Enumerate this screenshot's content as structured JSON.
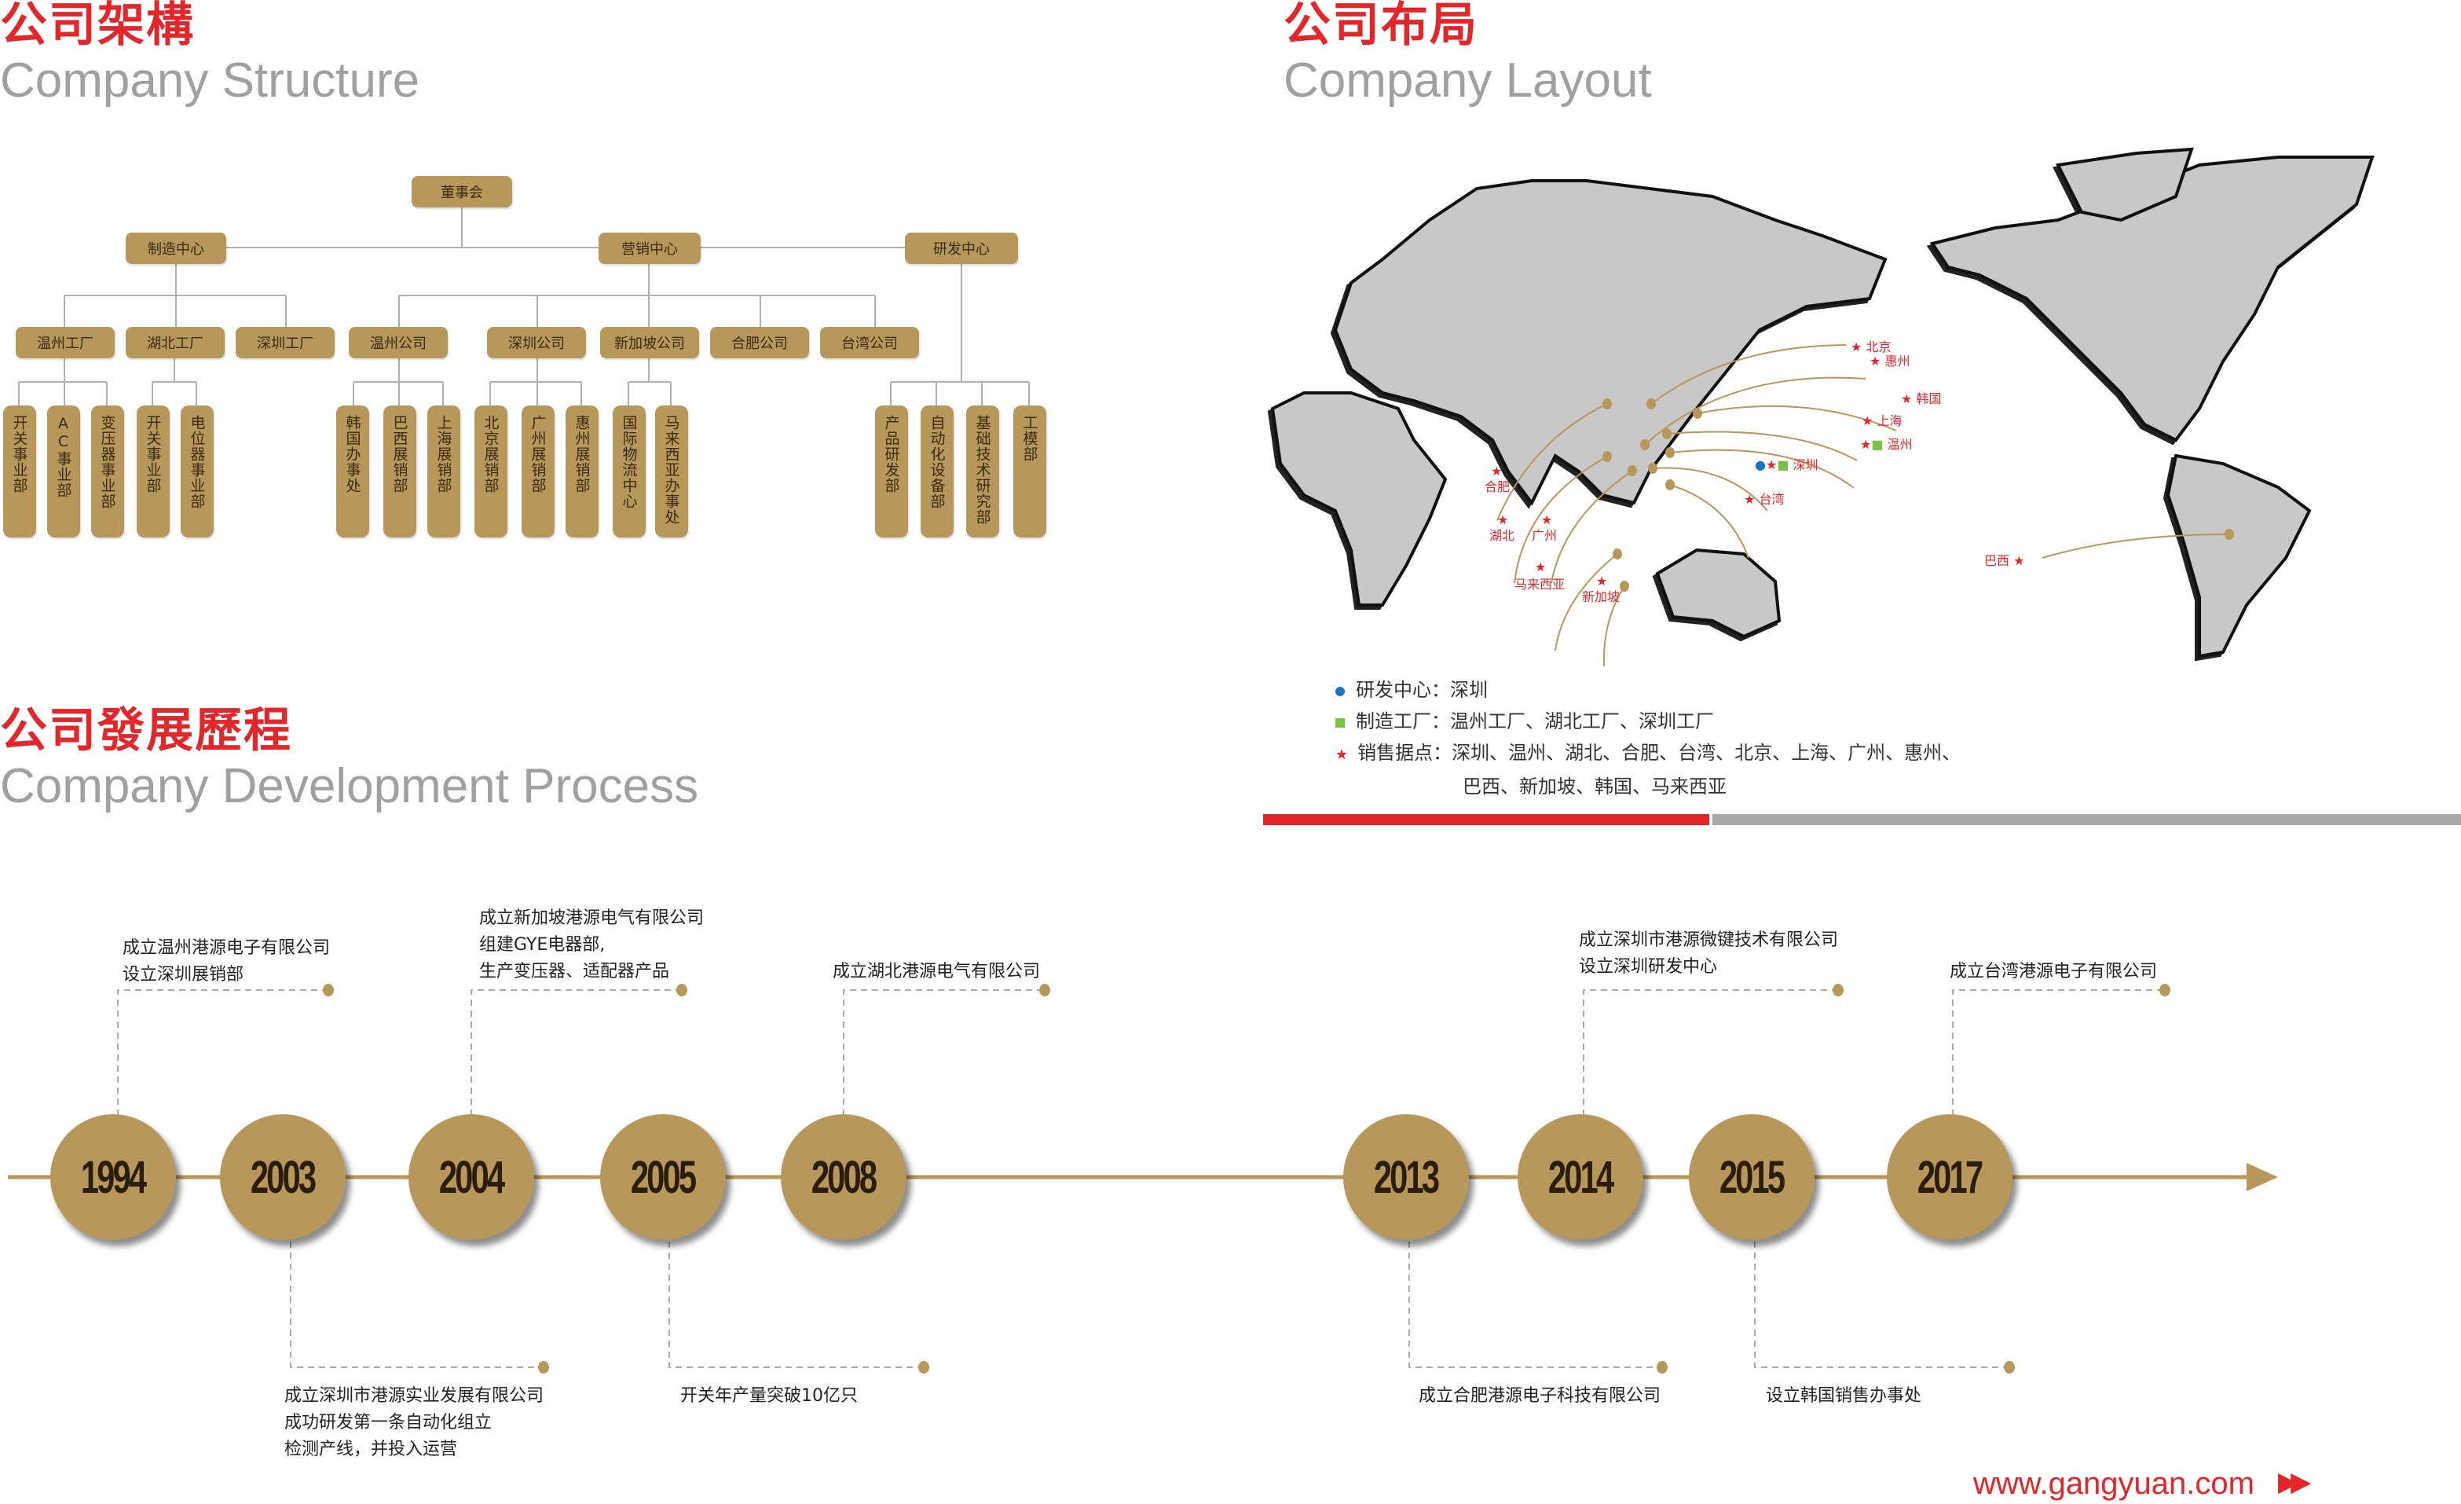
{
  "structure": {
    "title_cn": "公司架構",
    "title_en": "Company Structure",
    "top": "董事会",
    "row2": [
      "制造中心",
      "营销中心",
      "研发中心"
    ],
    "row3": [
      "温州工厂",
      "湖北工厂",
      "深圳工厂",
      "温州公司",
      "深圳公司",
      "新加坡公司",
      "合肥公司",
      "台湾公司"
    ],
    "row4": [
      "开关事业部",
      "AC事业部",
      "变压器事业部",
      "开关事业部",
      "电位器事业部",
      "韩国办事处",
      "巴西展销部",
      "上海展销部",
      "北京展销部",
      "广州展销部",
      "惠州展销部",
      "国际物流中心",
      "马来西亚办事处",
      "产品研发部",
      "自动化设备部",
      "基础技术研究部",
      "工模部"
    ]
  },
  "layout": {
    "title_cn": "公司布局",
    "title_en": "Company Layout",
    "map_labels": [
      "北京",
      "惠州",
      "韩国",
      "上海",
      "温州",
      "深圳",
      "台湾",
      "合肥",
      "湖北",
      "广州",
      "马来西亚",
      "新加坡",
      "巴西"
    ],
    "legend": [
      {
        "icon": "blue-dot",
        "color": "#1a75c0",
        "label": "研发中心：深圳"
      },
      {
        "icon": "green-square",
        "color": "#7cc242",
        "label": "制造工厂：温州工厂、湖北工厂、深圳工厂"
      },
      {
        "icon": "red-star",
        "color": "#e2262a",
        "label": "销售据点：深圳、温州、湖北、合肥、台湾、北京、上海、广州、惠州、",
        "label2": "巴西、新加坡、韩国、马来西亚"
      }
    ]
  },
  "development": {
    "title_cn": "公司發展歷程",
    "title_en": "Company Development Process",
    "years": [
      "1994",
      "2003",
      "2004",
      "2005",
      "2008",
      "2013",
      "2014",
      "2015",
      "2017"
    ],
    "events": [
      {
        "year": "1994",
        "lines": [
          "成立温州港源电子有限公司",
          "设立深圳展销部"
        ]
      },
      {
        "year": "2003",
        "lines": [
          "成立深圳市港源实业发展有限公司",
          "成功研发第一条自动化组立",
          "检测产线，并投入运营"
        ]
      },
      {
        "year": "2004",
        "lines": [
          "成立新加坡港源电气有限公司",
          "组建GYE电器部,",
          "生产变压器、适配器产品"
        ]
      },
      {
        "year": "2005",
        "lines": [
          "开关年产量突破10亿只"
        ]
      },
      {
        "year": "2008",
        "lines": [
          "成立湖北港源电气有限公司"
        ]
      },
      {
        "year": "2013",
        "lines": [
          "成立合肥港源电子科技有限公司"
        ]
      },
      {
        "year": "2014",
        "lines": [
          "成立深圳市港源微键技术有限公司",
          "设立深圳研发中心"
        ]
      },
      {
        "year": "2015",
        "lines": [
          "设立韩国销售办事处"
        ]
      },
      {
        "year": "2017",
        "lines": [
          "成立台湾港源电子有限公司"
        ]
      }
    ]
  },
  "website": "www.gangyuan.com",
  "colors": {
    "gold": "#b8975a",
    "red": "#e2262a",
    "grey": "#a0a0a0",
    "map": "#c8c8c8"
  }
}
